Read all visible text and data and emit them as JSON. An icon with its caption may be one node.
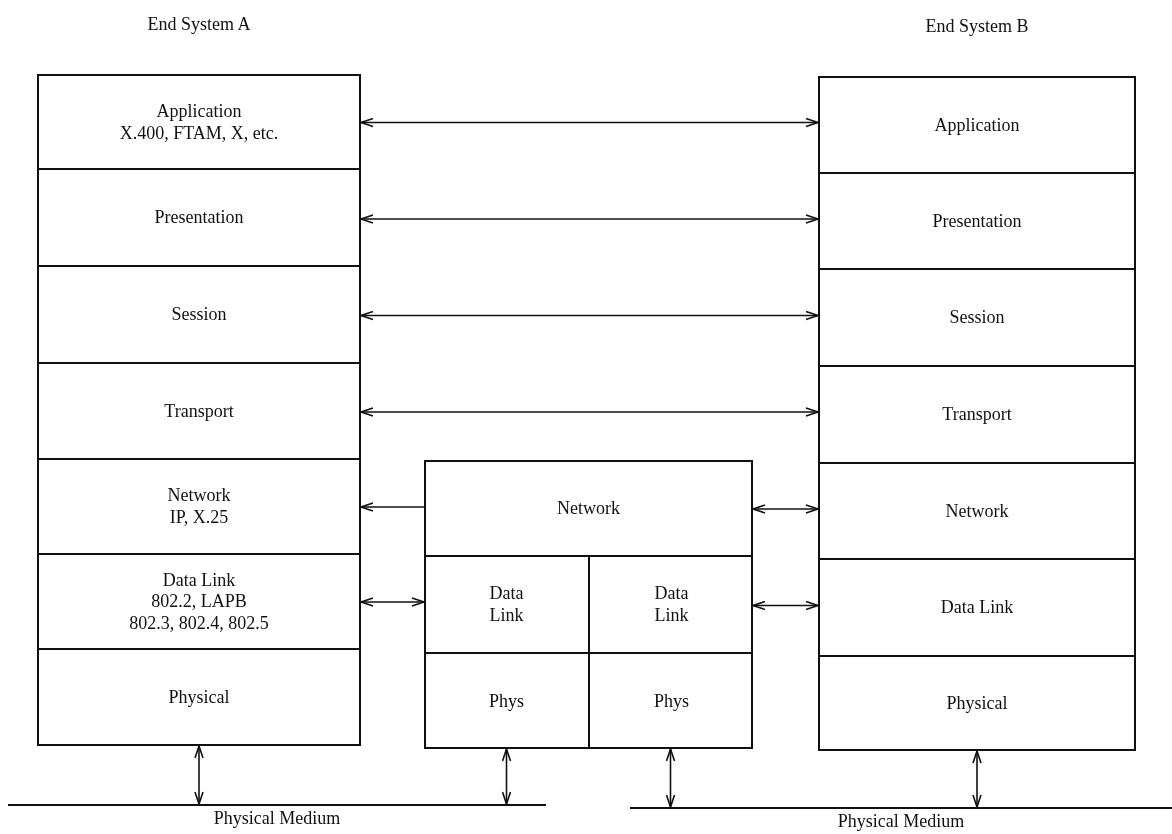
{
  "diagram": {
    "nodes": [
      {
        "text": [
          "End System A"
        ]
      },
      {
        "text": [
          "Application",
          "X.400, FTAM, X, etc."
        ],
        "in": 0
      },
      {
        "text": [
          "Presentation"
        ],
        "in": 0
      },
      {
        "text": [
          "Session"
        ],
        "in": 0
      },
      {
        "text": [
          "Transport"
        ],
        "in": 0
      },
      {
        "text": [
          "Network",
          "IP, X.25"
        ],
        "in": 0
      },
      {
        "text": [
          "Data Link",
          "802.2, LAPB",
          "802.3, 802.4, 802.5"
        ],
        "in": 0
      },
      {
        "text": [
          "Physical"
        ],
        "in": 0
      },
      {
        "text": [],
        "shape": "box"
      },
      {
        "text": [
          "Network"
        ],
        "in": 8
      },
      {
        "text": [
          "Data Link"
        ],
        "in": 8
      },
      {
        "text": [
          "Data Link"
        ],
        "in": 8
      },
      {
        "text": [
          "Phys"
        ],
        "in": 8
      },
      {
        "text": [
          "Phys"
        ],
        "in": 8
      },
      {
        "text": [
          "End System B"
        ]
      },
      {
        "text": [
          "Application"
        ],
        "in": 14
      },
      {
        "text": [
          "Presentation"
        ],
        "in": 14
      },
      {
        "text": [
          "Session"
        ],
        "in": 14
      },
      {
        "text": [
          "Transport"
        ],
        "in": 14
      },
      {
        "text": [
          "Network"
        ],
        "in": 14
      },
      {
        "text": [
          "Data Link"
        ],
        "in": 14
      },
      {
        "text": [
          "Physical"
        ],
        "in": 14
      },
      {
        "text": [
          "Physical Medium"
        ]
      },
      {
        "text": [
          "Physical Medium"
        ]
      }
    ],
    "edges": [
      {
        "from": 1,
        "to": 15,
        "arrow": "both"
      },
      {
        "from": 2,
        "to": 16,
        "arrow": "both"
      },
      {
        "from": 3,
        "to": 17,
        "arrow": "both"
      },
      {
        "from": 4,
        "to": 18,
        "arrow": "both"
      },
      {
        "from": 9,
        "to": 5,
        "arrow": "to"
      },
      {
        "from": 6,
        "to": 10,
        "arrow": "both"
      },
      {
        "from": 9,
        "to": 19,
        "arrow": "both"
      },
      {
        "from": 11,
        "to": 20,
        "arrow": "both"
      },
      {
        "from": 7,
        "to": 22,
        "arrow": "both"
      },
      {
        "from": 12,
        "to": 22,
        "arrow": "both"
      },
      {
        "from": 13,
        "to": 23,
        "arrow": "both"
      },
      {
        "from": 21,
        "to": 23,
        "arrow": "both"
      }
    ]
  }
}
